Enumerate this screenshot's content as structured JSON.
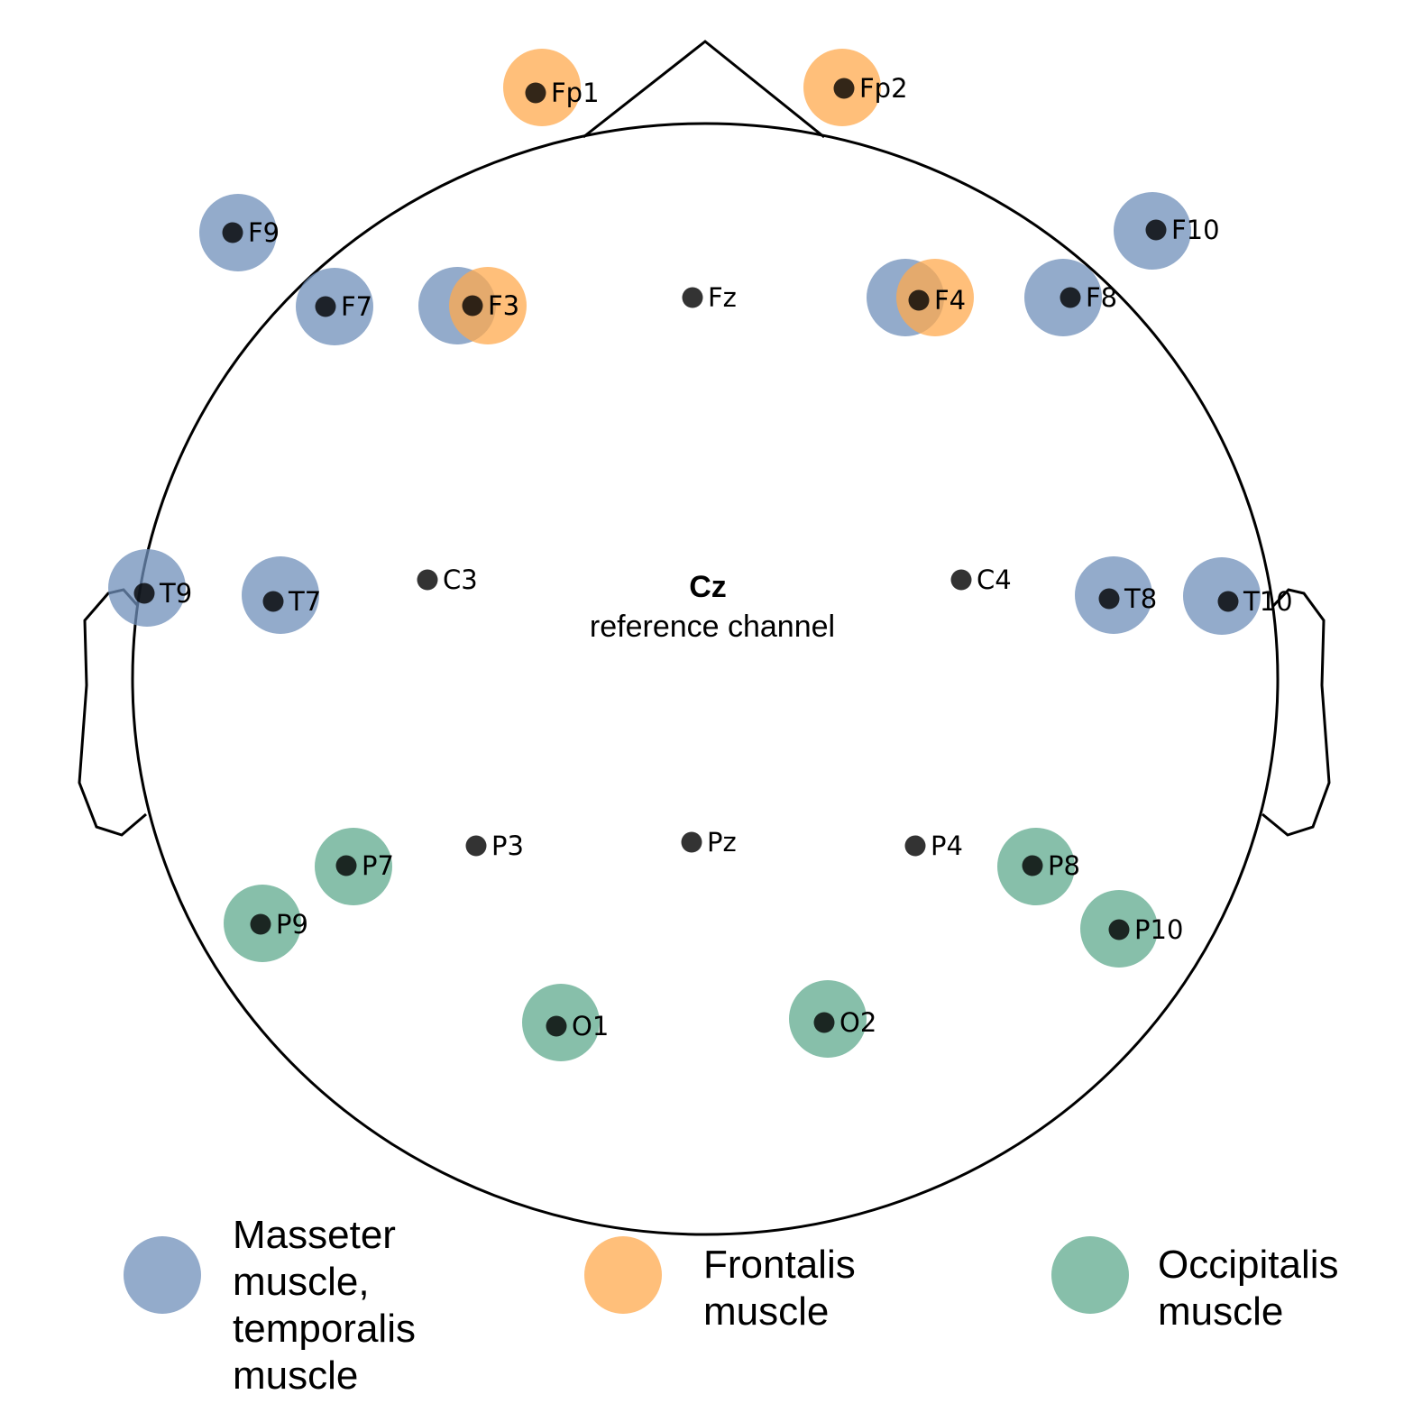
{
  "colors": {
    "masseter": "#6f8fba",
    "frontalis": "#ffa94d",
    "occipitalis": "#5fa98e",
    "electrode": "#000000",
    "outline": "#000000"
  },
  "reference": {
    "name": "Cz",
    "label": "reference channel"
  },
  "electrodes": [
    {
      "id": "Fp1",
      "label": "Fp1",
      "muscles": [
        "frontalis"
      ]
    },
    {
      "id": "Fp2",
      "label": "Fp2",
      "muscles": [
        "frontalis"
      ]
    },
    {
      "id": "F9",
      "label": "F9",
      "muscles": [
        "masseter"
      ]
    },
    {
      "id": "F10",
      "label": "F10",
      "muscles": [
        "masseter"
      ]
    },
    {
      "id": "F7",
      "label": "F7",
      "muscles": [
        "masseter"
      ]
    },
    {
      "id": "F3",
      "label": "F3",
      "muscles": [
        "masseter",
        "frontalis"
      ]
    },
    {
      "id": "Fz",
      "label": "Fz",
      "muscles": []
    },
    {
      "id": "F4",
      "label": "F4",
      "muscles": [
        "masseter",
        "frontalis"
      ]
    },
    {
      "id": "F8",
      "label": "F8",
      "muscles": [
        "masseter"
      ]
    },
    {
      "id": "T9",
      "label": "T9",
      "muscles": [
        "masseter"
      ]
    },
    {
      "id": "T7",
      "label": "T7",
      "muscles": [
        "masseter"
      ]
    },
    {
      "id": "C3",
      "label": "C3",
      "muscles": []
    },
    {
      "id": "C4",
      "label": "C4",
      "muscles": []
    },
    {
      "id": "T8",
      "label": "T8",
      "muscles": [
        "masseter"
      ]
    },
    {
      "id": "T10",
      "label": "T10",
      "muscles": [
        "masseter"
      ]
    },
    {
      "id": "P7",
      "label": "P7",
      "muscles": [
        "occipitalis"
      ]
    },
    {
      "id": "P3",
      "label": "P3",
      "muscles": []
    },
    {
      "id": "Pz",
      "label": "Pz",
      "muscles": []
    },
    {
      "id": "P4",
      "label": "P4",
      "muscles": []
    },
    {
      "id": "P8",
      "label": "P8",
      "muscles": [
        "occipitalis"
      ]
    },
    {
      "id": "P9",
      "label": "P9",
      "muscles": [
        "occipitalis"
      ]
    },
    {
      "id": "P10",
      "label": "P10",
      "muscles": [
        "occipitalis"
      ]
    },
    {
      "id": "O1",
      "label": "O1",
      "muscles": [
        "occipitalis"
      ]
    },
    {
      "id": "O2",
      "label": "O2",
      "muscles": [
        "occipitalis"
      ]
    }
  ],
  "legend": [
    {
      "key": "masseter",
      "lines": [
        "Masseter",
        "muscle,",
        "temporalis",
        "muscle"
      ]
    },
    {
      "key": "frontalis",
      "lines": [
        "Frontalis",
        "muscle"
      ]
    },
    {
      "key": "occipitalis",
      "lines": [
        "Occipitalis",
        "muscle"
      ]
    }
  ]
}
